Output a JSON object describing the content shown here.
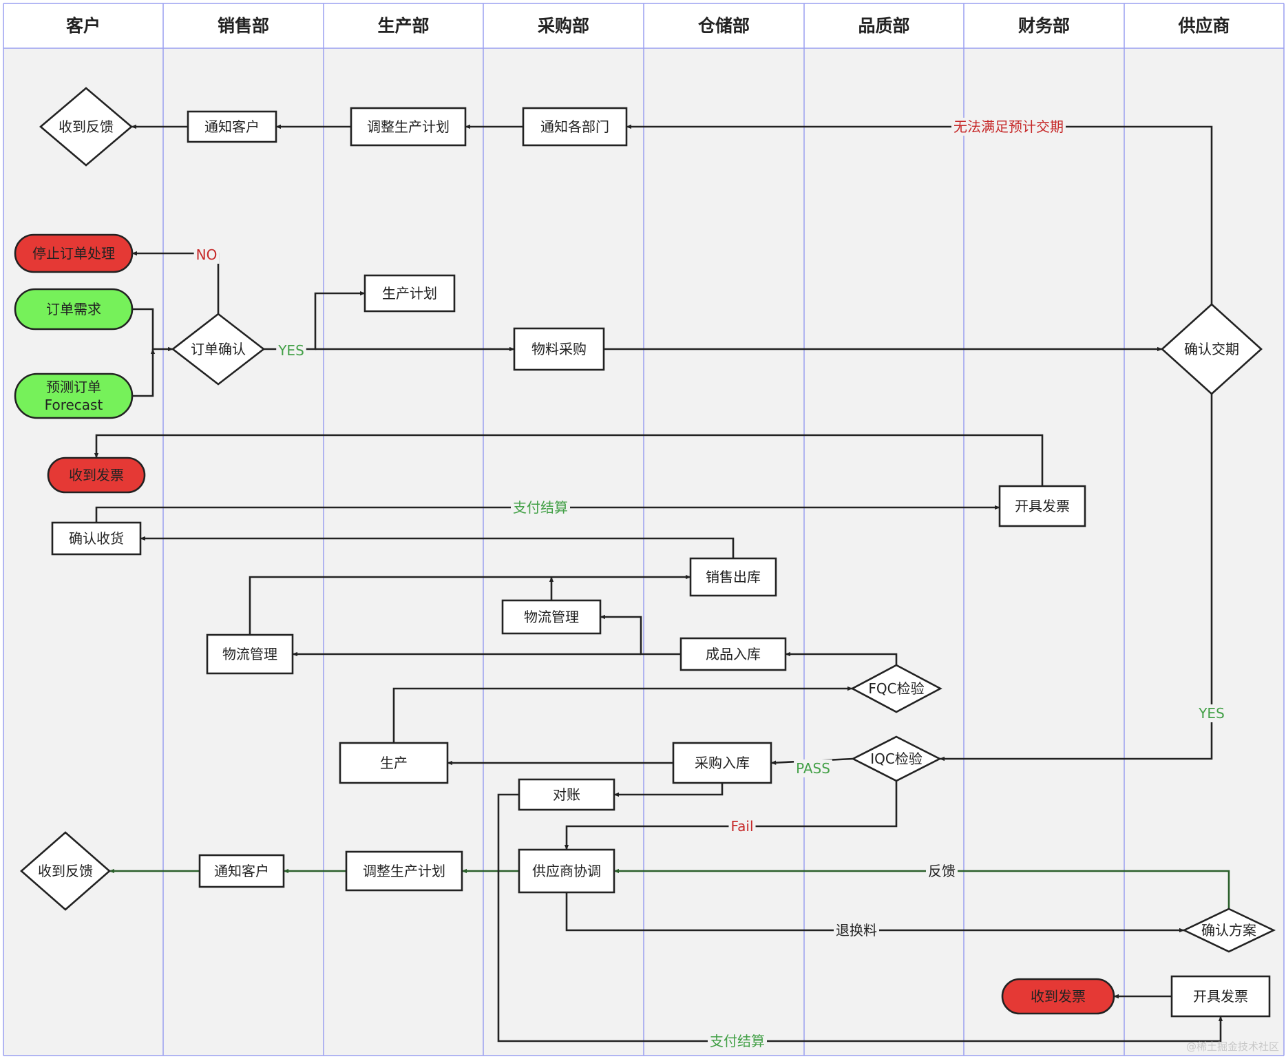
{
  "lanes": [
    "客户",
    "销售部",
    "生产部",
    "采购部",
    "仓储部",
    "品质部",
    "财务部",
    "供应商"
  ],
  "colors": {
    "black": "#222222",
    "green": "#2a5f2a",
    "red_label": "#c62828",
    "green_label": "#43a047",
    "red_fill": "#e53935",
    "green_fill": "#76f15a",
    "lane_bg": "#f2f2f2",
    "lane_line": "#9a9ff0"
  },
  "nodes": {
    "fb1": {
      "label": "收到反馈",
      "shape": "diamond"
    },
    "nc1": {
      "label": "通知客户",
      "shape": "rect"
    },
    "adj1": {
      "label": "调整生产计划",
      "shape": "rect"
    },
    "notify": {
      "label": "通知各部门",
      "shape": "rect"
    },
    "stop": {
      "label": "停止订单处理",
      "shape": "pill",
      "fill": "red"
    },
    "ordreq": {
      "label": "订单需求",
      "shape": "pill",
      "fill": "green"
    },
    "forecast": {
      "label": "预测订单\nForecast",
      "shape": "pill",
      "fill": "green"
    },
    "ordconf": {
      "label": "订单确认",
      "shape": "diamond"
    },
    "prodplan": {
      "label": "生产计划",
      "shape": "rect"
    },
    "matpur": {
      "label": "物料采购",
      "shape": "rect"
    },
    "confdel": {
      "label": "确认交期",
      "shape": "diamond"
    },
    "recinv1": {
      "label": "收到发票",
      "shape": "pill",
      "fill": "red"
    },
    "invoice1": {
      "label": "开具发票",
      "shape": "rect"
    },
    "confrec": {
      "label": "确认收货",
      "shape": "rect"
    },
    "salesout": {
      "label": "销售出库",
      "shape": "rect"
    },
    "log2": {
      "label": "物流管理",
      "shape": "rect"
    },
    "log1": {
      "label": "物流管理",
      "shape": "rect"
    },
    "fgin": {
      "label": "成品入库",
      "shape": "rect"
    },
    "fqc": {
      "label": "FQC检验",
      "shape": "diamond"
    },
    "prod": {
      "label": "生产",
      "shape": "rect"
    },
    "purin": {
      "label": "采购入库",
      "shape": "rect"
    },
    "iqc": {
      "label": "IQC检验",
      "shape": "diamond"
    },
    "recon": {
      "label": "对账",
      "shape": "rect"
    },
    "fb2": {
      "label": "收到反馈",
      "shape": "diamond"
    },
    "nc2": {
      "label": "通知客户",
      "shape": "rect"
    },
    "adj2": {
      "label": "调整生产计划",
      "shape": "rect"
    },
    "supco": {
      "label": "供应商协调",
      "shape": "rect"
    },
    "confplan": {
      "label": "确认方案",
      "shape": "diamond"
    },
    "recinv2": {
      "label": "收到发票",
      "shape": "pill",
      "fill": "red"
    },
    "invoice2": {
      "label": "开具发票",
      "shape": "rect"
    }
  },
  "edges": [
    {
      "from": "confdel",
      "to": "notify",
      "label": "无法满足预计交期",
      "color": "black",
      "label_color": "red"
    },
    {
      "from": "notify",
      "to": "adj1",
      "label": "",
      "color": "black"
    },
    {
      "from": "adj1",
      "to": "nc1",
      "label": "",
      "color": "black"
    },
    {
      "from": "nc1",
      "to": "fb1",
      "label": "",
      "color": "black"
    },
    {
      "from": "ordconf",
      "to": "stop",
      "label": "NO",
      "color": "black",
      "label_color": "red"
    },
    {
      "from": "ordreq",
      "to": "ordconf",
      "label": "",
      "color": "black"
    },
    {
      "from": "forecast",
      "to": "ordconf",
      "label": "",
      "color": "black"
    },
    {
      "from": "ordconf",
      "to": "prodplan",
      "label": "YES",
      "color": "black",
      "label_color": "green"
    },
    {
      "from": "ordconf",
      "to": "matpur",
      "label": "",
      "color": "black"
    },
    {
      "from": "matpur",
      "to": "confdel",
      "label": "",
      "color": "black"
    },
    {
      "from": "invoice1",
      "to": "recinv1",
      "label": "",
      "color": "black"
    },
    {
      "from": "confrec",
      "to": "invoice1",
      "label": "支付结算",
      "color": "black",
      "label_color": "green"
    },
    {
      "from": "salesout",
      "to": "confrec",
      "label": "",
      "color": "black"
    },
    {
      "from": "log1",
      "to": "salesout",
      "label": "",
      "color": "black"
    },
    {
      "from": "log2",
      "to": "salesout",
      "label": "",
      "color": "black"
    },
    {
      "from": "fgin",
      "to": "log2",
      "label": "",
      "color": "black"
    },
    {
      "from": "fgin",
      "to": "log1",
      "label": "",
      "color": "black"
    },
    {
      "from": "fqc",
      "to": "fgin",
      "label": "",
      "color": "black"
    },
    {
      "from": "prod",
      "to": "fqc",
      "label": "",
      "color": "black"
    },
    {
      "from": "confdel",
      "to": "iqc",
      "label": "YES",
      "color": "black",
      "label_color": "green"
    },
    {
      "from": "iqc",
      "to": "purin",
      "label": "PASS",
      "color": "black",
      "label_color": "green"
    },
    {
      "from": "purin",
      "to": "prod",
      "label": "",
      "color": "black"
    },
    {
      "from": "purin",
      "to": "recon",
      "label": "",
      "color": "black"
    },
    {
      "from": "iqc",
      "to": "supco",
      "label": "Fail",
      "color": "black",
      "label_color": "red"
    },
    {
      "from": "supco",
      "to": "adj2",
      "label": "",
      "color": "green"
    },
    {
      "from": "adj2",
      "to": "nc2",
      "label": "",
      "color": "green"
    },
    {
      "from": "nc2",
      "to": "fb2",
      "label": "",
      "color": "green"
    },
    {
      "from": "confplan",
      "to": "supco",
      "label": "反馈",
      "color": "green",
      "label_color": "black"
    },
    {
      "from": "supco",
      "to": "confplan",
      "label": "退换料",
      "color": "black",
      "label_color": "black"
    },
    {
      "from": "invoice2",
      "to": "recinv2",
      "label": "",
      "color": "black"
    },
    {
      "from": "recon",
      "to": "invoice2",
      "label": "支付结算",
      "color": "black",
      "label_color": "green"
    }
  ],
  "watermark": "@稀土掘金技术社区"
}
